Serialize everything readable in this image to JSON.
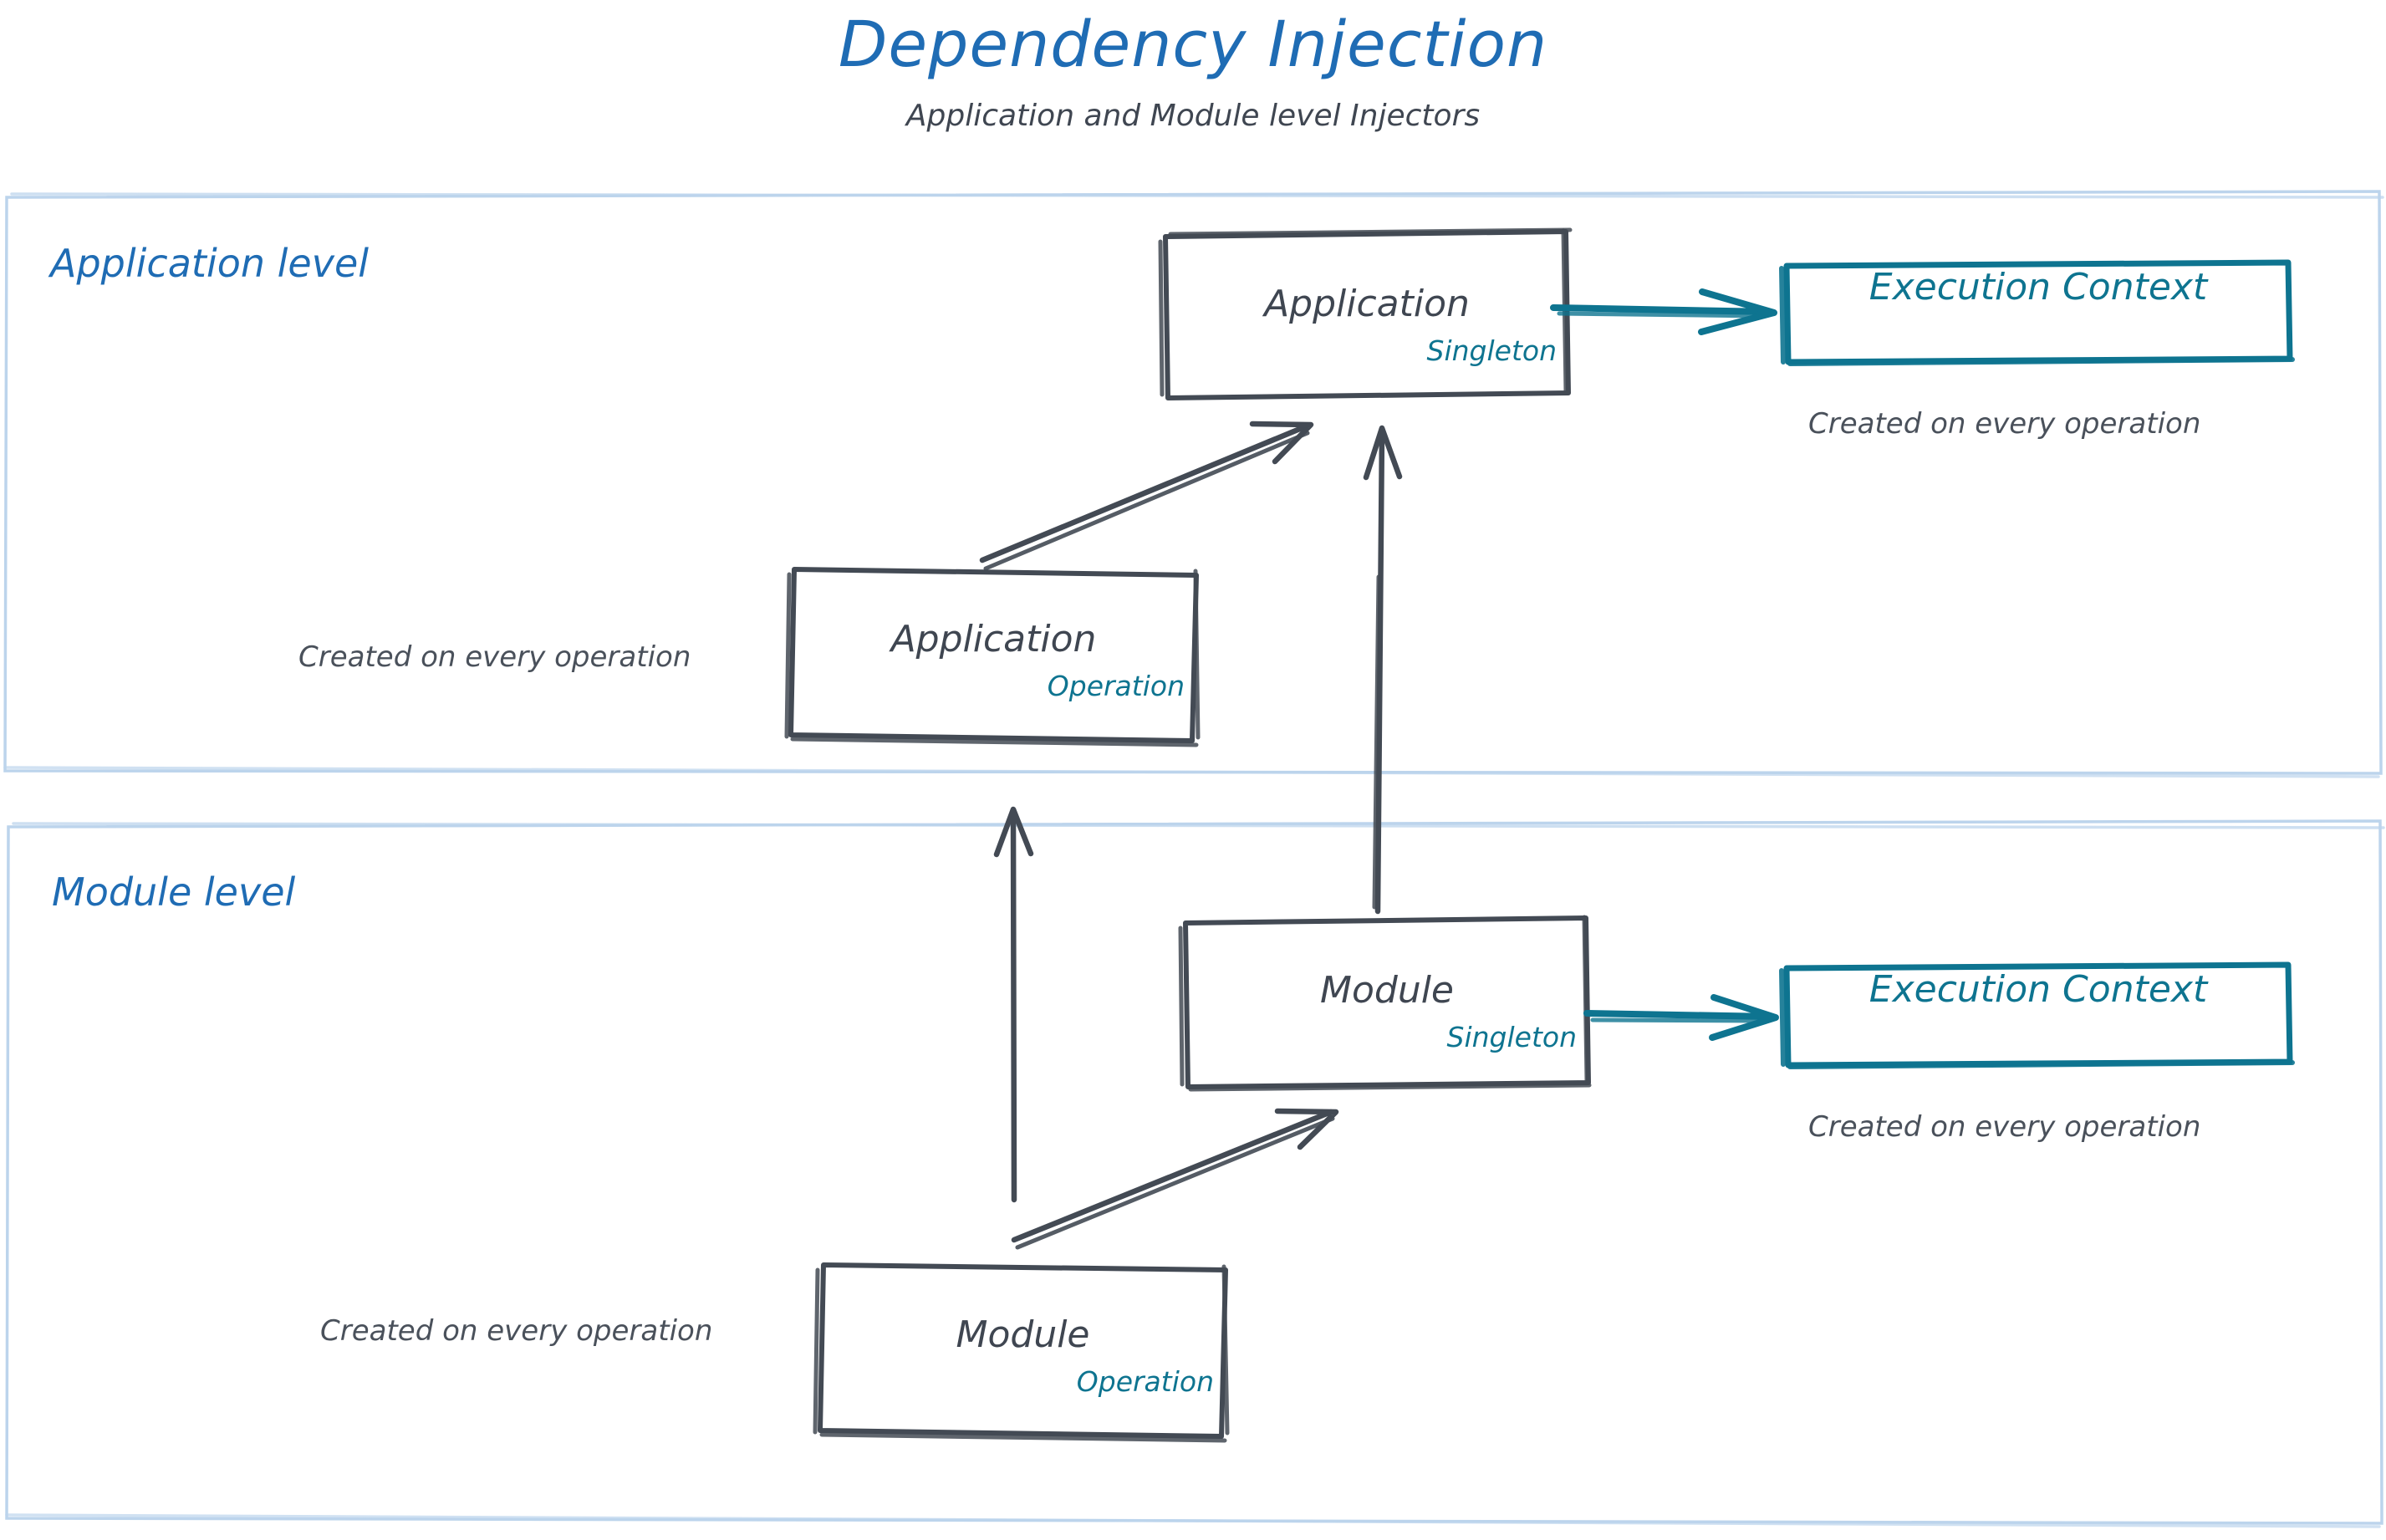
{
  "header": {
    "title": "Dependency Injection",
    "subtitle": "Application and Module level Injectors"
  },
  "colors": {
    "title_blue": "#1f6cb4",
    "lane_label_blue": "#1f6cb4",
    "lane_border_blue": "#bcd4ec",
    "node_stroke_gray": "#434a54",
    "node_text_gray": "#3f4651",
    "scope_teal": "#0e7490",
    "caption_gray": "#4a515b",
    "background": "#ffffff"
  },
  "lanes": [
    {
      "id": "application-level",
      "label": "Application level"
    },
    {
      "id": "module-level",
      "label": "Module level"
    }
  ],
  "nodes": [
    {
      "id": "application-singleton",
      "lane": "application-level",
      "title": "Application",
      "scope": "Singleton",
      "style": "gray-box"
    },
    {
      "id": "application-execution-context",
      "lane": "application-level",
      "title": "Execution Context",
      "style": "teal-box"
    },
    {
      "id": "application-operation",
      "lane": "application-level",
      "title": "Application",
      "scope": "Operation",
      "style": "gray-box"
    },
    {
      "id": "module-singleton",
      "lane": "module-level",
      "title": "Module",
      "scope": "Singleton",
      "style": "gray-box"
    },
    {
      "id": "module-execution-context",
      "lane": "module-level",
      "title": "Execution Context",
      "style": "teal-box"
    },
    {
      "id": "module-operation",
      "lane": "module-level",
      "title": "Module",
      "scope": "Operation",
      "style": "gray-box"
    }
  ],
  "captions": [
    {
      "id": "caption-application-execution-context",
      "text": "Created on every operation"
    },
    {
      "id": "caption-application-operation",
      "text": "Created on every operation"
    },
    {
      "id": "caption-module-execution-context",
      "text": "Created on every operation"
    },
    {
      "id": "caption-module-operation",
      "text": "Created on every operation"
    }
  ],
  "edges": [
    {
      "id": "edge-app-singleton-to-app-execution-context",
      "from": "application-singleton",
      "to": "application-execution-context",
      "color": "teal",
      "direction": "right"
    },
    {
      "id": "edge-app-operation-to-app-singleton",
      "from": "application-operation",
      "to": "application-singleton",
      "color": "gray",
      "direction": "diagonal-up-right"
    },
    {
      "id": "edge-module-singleton-to-app-singleton",
      "from": "module-singleton",
      "to": "application-singleton",
      "color": "gray",
      "direction": "up"
    },
    {
      "id": "edge-module-operation-to-app-operation",
      "from": "module-operation",
      "to": "application-operation",
      "color": "gray",
      "direction": "up"
    },
    {
      "id": "edge-module-operation-to-module-singleton",
      "from": "module-operation",
      "to": "module-singleton",
      "color": "gray",
      "direction": "diagonal-up-right"
    },
    {
      "id": "edge-module-singleton-to-module-execution-context",
      "from": "module-singleton",
      "to": "module-execution-context",
      "color": "teal",
      "direction": "right"
    }
  ]
}
